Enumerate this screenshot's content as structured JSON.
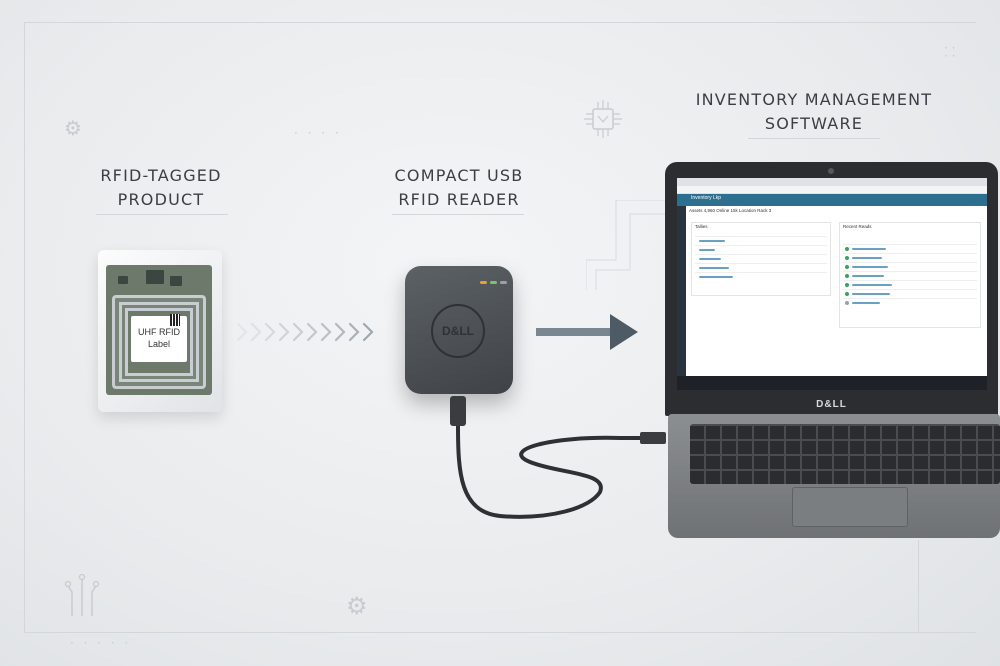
{
  "captions": {
    "product": {
      "line1": "RFID-TAGGED",
      "line2": "PRODUCT"
    },
    "reader": {
      "line1": "COMPACT USB",
      "line2": "RFID READER"
    },
    "software": {
      "line1": "INVENTORY MANAGEMENT",
      "line2": "SOFTWARE"
    }
  },
  "tag_label": {
    "line1": "UHF RFID",
    "line2": "Label"
  },
  "reader_logo": "D&LL",
  "laptop_logo": "D&LL",
  "software_ui": {
    "title": "Inventory Lkp",
    "stats": "Assets 4,960   Online 15k   Location Rack 3",
    "left_panel_title": "Tallies",
    "right_panel_title": "Recent Reads"
  },
  "colors": {
    "background": "#eceef0",
    "arrow": "#5b6770",
    "chevrons": "#c3c8cd",
    "software_header": "#2c6f8f"
  },
  "icons": [
    "gear-icon",
    "circuit-chip-icon",
    "circuit-traces-icon",
    "dot-grid-icon"
  ]
}
